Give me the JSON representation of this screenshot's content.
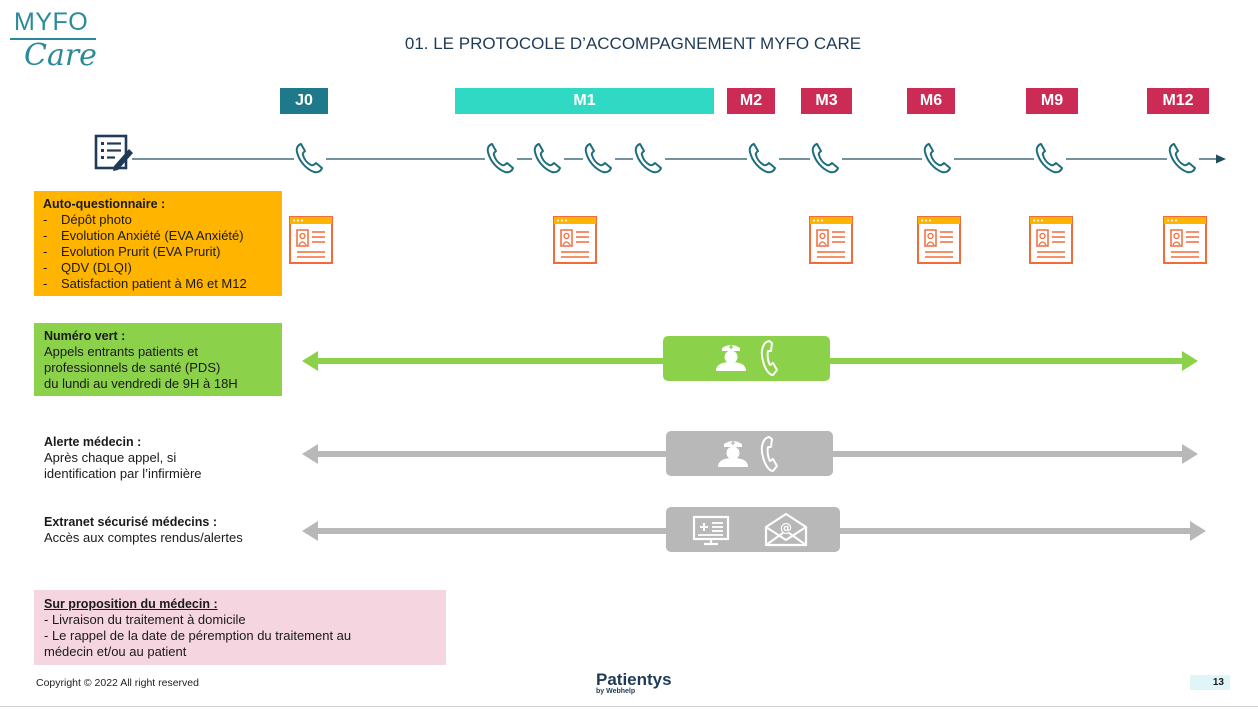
{
  "logo": {
    "line1": "MYFO",
    "line2": "Care"
  },
  "title": "01. LE PROTOCOLE D’ACCOMPAGNEMENT MYFO CARE",
  "timeline": {
    "labels": [
      "J0",
      "M1",
      "M2",
      "M3",
      "M6",
      "M9",
      "M12"
    ]
  },
  "autoq": {
    "heading": "Auto-questionnaire :",
    "items": [
      "Dépôt photo",
      "Evolution Anxiété (EVA Anxiété)",
      "Evolution Prurit (EVA Prurit)",
      "QDV (DLQI)",
      "Satisfaction patient à M6 et M12"
    ]
  },
  "numero_vert": {
    "heading": "Numéro vert :",
    "lines": [
      "Appels entrants patients et",
      "professionnels de santé (PDS)",
      "du lundi au vendredi de 9H à 18H"
    ]
  },
  "alerte": {
    "heading": "Alerte médecin :",
    "lines": [
      "Après chaque appel, si",
      "identification par l’infirmière"
    ]
  },
  "extranet": {
    "heading": "Extranet sécurisé médecins :",
    "line": "Accès aux comptes rendus/alertes"
  },
  "proposition": {
    "heading": "Sur proposition du médecin :",
    "lines": [
      "- Livraison du traitement à domicile",
      "- Le rappel de la date de péremption du traitement au",
      "médecin et/ou au patient"
    ]
  },
  "footer": {
    "copyright": "Copyright © 2022 All right reserved",
    "brand": "Patientys",
    "brand_sub": "by Webhelp",
    "page": "13"
  },
  "colors": {
    "teal_dark": "#1e7a8a",
    "teal_light": "#2fd9c4",
    "crimson": "#cc2b55",
    "orange": "#ffb400",
    "green": "#8cd14a",
    "grey": "#b8b8b8",
    "pink": "#f5d5df",
    "navy": "#1f3b57"
  }
}
